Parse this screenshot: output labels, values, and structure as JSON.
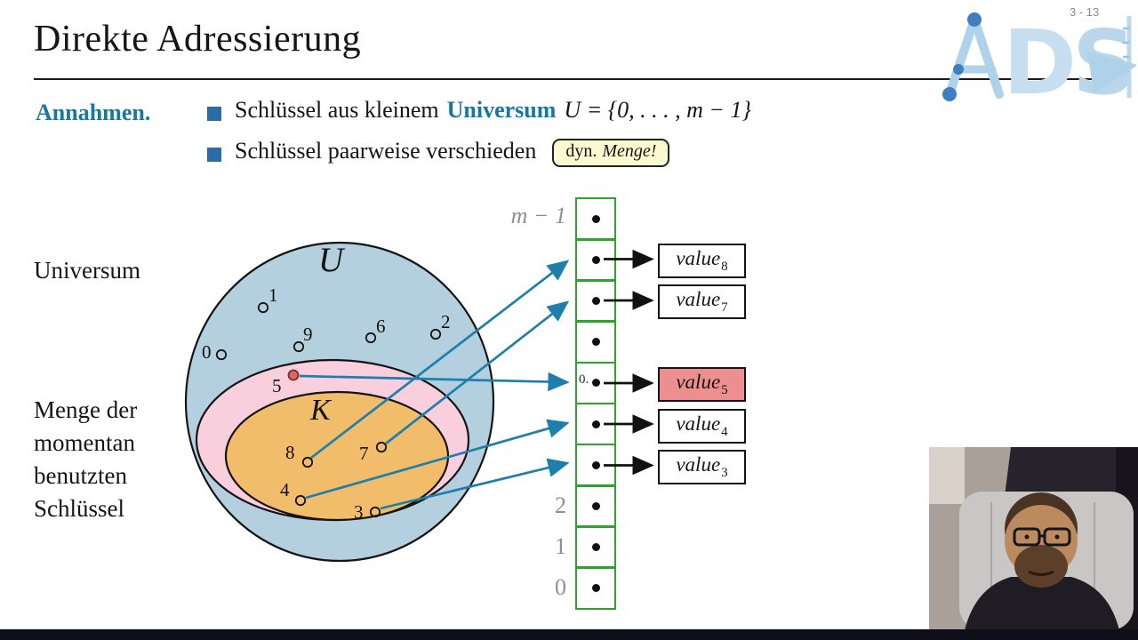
{
  "meta": {
    "page_number": "3 - 13"
  },
  "header": {
    "title": "Direkte Adressierung"
  },
  "logo": {
    "d": "D",
    "s": "S"
  },
  "assumptions": {
    "label": "Annahmen.",
    "item1": {
      "pre": "Schlüssel aus kleinem",
      "emph": "Universum",
      "math": "U = {0, . . . , m − 1}"
    },
    "item2": {
      "text": "Schlüssel paarweise verschieden",
      "badge_prefix": "dyn.",
      "badge_emph": "Menge!"
    }
  },
  "labels": {
    "universum": "Universum",
    "menge": [
      "Menge der",
      "momentan",
      "benutzten",
      "Schlüssel"
    ]
  },
  "venn": {
    "universe_label": "U",
    "keys_label": "K",
    "u_points": [
      "0",
      "1",
      "9",
      "6",
      "2"
    ],
    "k_points": [
      "5",
      "8",
      "7",
      "4",
      "3"
    ]
  },
  "array": {
    "index_top": "m − 1",
    "index_bottom": [
      "2",
      "1",
      "0"
    ],
    "cell_annotation": "0.",
    "values": [
      {
        "text": "value",
        "sub": "8"
      },
      {
        "text": "value",
        "sub": "7"
      },
      {
        "text": "value",
        "sub": "5"
      },
      {
        "text": "value",
        "sub": "4"
      },
      {
        "text": "value",
        "sub": "3"
      }
    ]
  },
  "colors": {
    "accent_teal": "#1577a6",
    "bullet_blue": "#2a6ca6",
    "arrow_teal": "#1e7fad",
    "array_green": "#2da42d",
    "highlight_red": "#ee8f8f",
    "universe_blue": "#b4d0de",
    "subset_pink": "#f9cedd",
    "subset_orange": "#f2bd6b",
    "badge_yellow": "#fbf9cf"
  }
}
